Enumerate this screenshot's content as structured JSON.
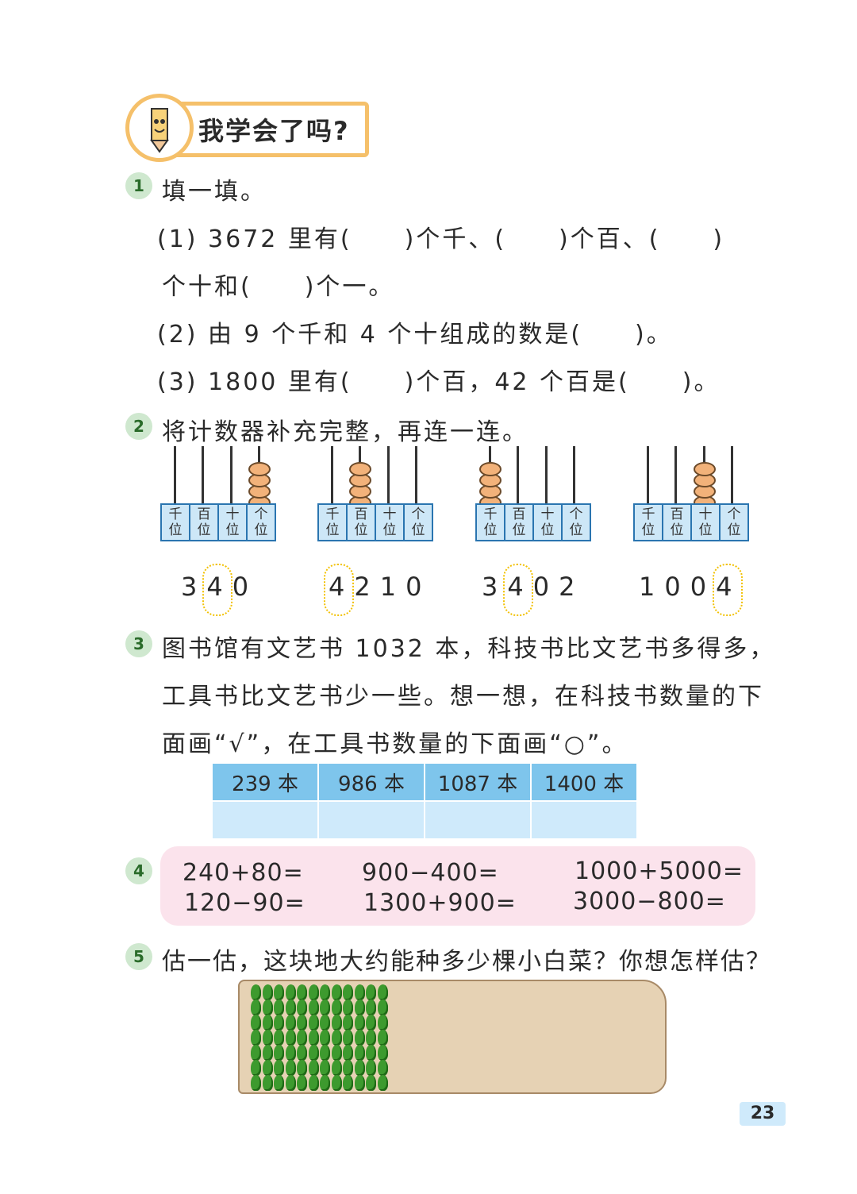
{
  "header": {
    "title": "我学会了吗?"
  },
  "q1": {
    "num": "1",
    "title": "填一填。",
    "line1": "(1) 3672 里有(　　)个千、(　　)个百、(　　)",
    "line2": "个十和(　　)个一。",
    "line3": "(2) 由 9 个千和 4 个十组成的数是(　　)。",
    "line4": "(3) 1800 里有(　　)个百，42 个百是(　　)。"
  },
  "q2": {
    "num": "2",
    "title": "将计数器补充完整，再连一连。",
    "place_labels": [
      "千\n位",
      "百\n位",
      "十\n位",
      "个\n位"
    ],
    "abacuses": [
      {
        "beads": [
          0,
          0,
          0,
          4
        ]
      },
      {
        "beads": [
          0,
          4,
          0,
          0
        ]
      },
      {
        "beads": [
          4,
          0,
          0,
          0
        ]
      },
      {
        "beads": [
          0,
          0,
          4,
          0
        ]
      }
    ],
    "numbers": [
      "340",
      "4210",
      "3402",
      "1004"
    ]
  },
  "q3": {
    "num": "3",
    "line1": "图书馆有文艺书 1032 本，科技书比文艺书多得多，",
    "line2": "工具书比文艺书少一些。想一想，在科技书数量的下",
    "line3": "面画“√”，在工具书数量的下面画“○”。",
    "table_headers": [
      "239 本",
      "986 本",
      "1087 本",
      "1400 本"
    ]
  },
  "q4": {
    "num": "4",
    "items": [
      "240+80=",
      "900−400=",
      "1000+5000=",
      "120−90=",
      "1300+900=",
      "3000−800="
    ]
  },
  "q5": {
    "num": "5",
    "title": "估一估，这块地大约能种多少棵小白菜？你想怎样估？"
  },
  "page_number": "23",
  "colors": {
    "accent": "#f5c06a",
    "green": "#3d9a2e",
    "blue": "#7ec5ec",
    "pink": "#fbe3ec"
  }
}
